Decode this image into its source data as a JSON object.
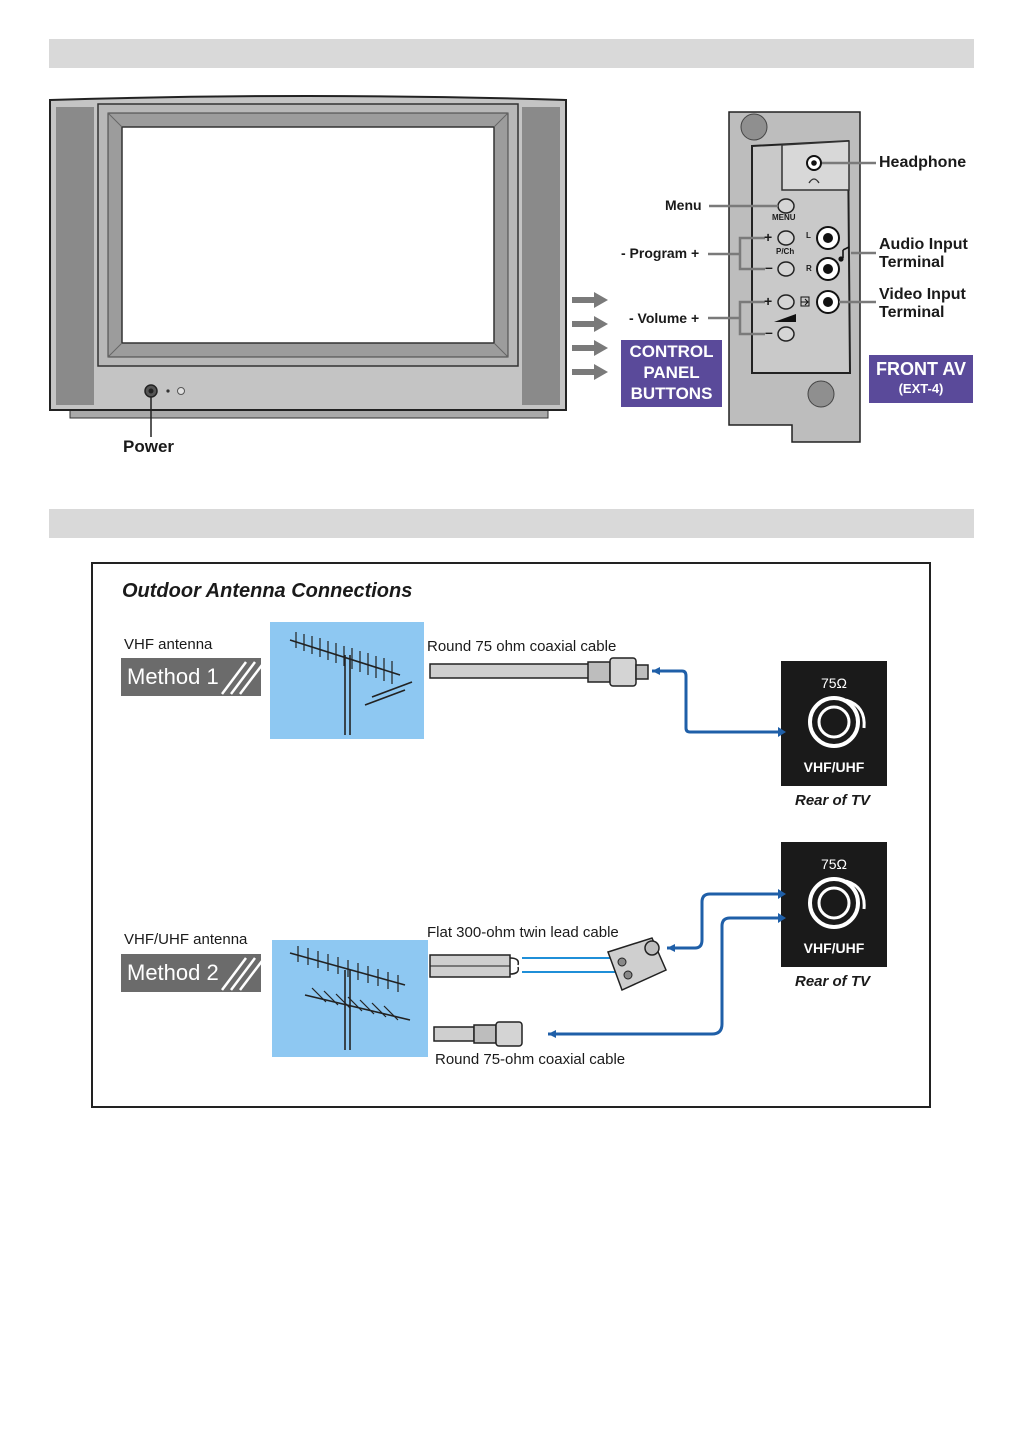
{
  "labels": {
    "power": "Power",
    "menu": "Menu",
    "program": "- Program +",
    "volume": "- Volume +",
    "headphone": "Headphone",
    "audio_input_line1": "Audio Input",
    "audio_input_line2": "Terminal",
    "video_input_line1": "Video Input",
    "video_input_line2": "Terminal",
    "menu_small": "MENU",
    "pch_small": "P/Ch",
    "plus": "+",
    "minus": "–",
    "jack_l": "L",
    "jack_r": "R"
  },
  "control_panel_box": {
    "line1": "CONTROL",
    "line2": "PANEL",
    "line3": "BUTTONS"
  },
  "front_av_box": {
    "line1": "FRONT AV",
    "line2": "(EXT-4)"
  },
  "antenna": {
    "title": "Outdoor Antenna Connections",
    "method1": {
      "antenna_label": "VHF antenna",
      "badge": "Method 1",
      "cable_label": "Round 75 ohm coaxial cable"
    },
    "method2": {
      "antenna_label": "VHF/UHF antenna",
      "badge": "Method 2",
      "flat_cable_label": "Flat 300-ohm twin lead cable",
      "round_cable_label": "Round 75-ohm coaxial cable"
    },
    "rear_panel": {
      "ohm": "75Ω",
      "port": "VHF/UHF",
      "caption": "Rear of TV"
    }
  },
  "colors": {
    "section_bar": "#d9d9d9",
    "purple": "#5a4a9a",
    "sky": "#8ec8f2",
    "cable_blue": "#1f5fa8",
    "tv_gray": "#bdbdbd",
    "speaker_gray": "#8a8a8a"
  }
}
